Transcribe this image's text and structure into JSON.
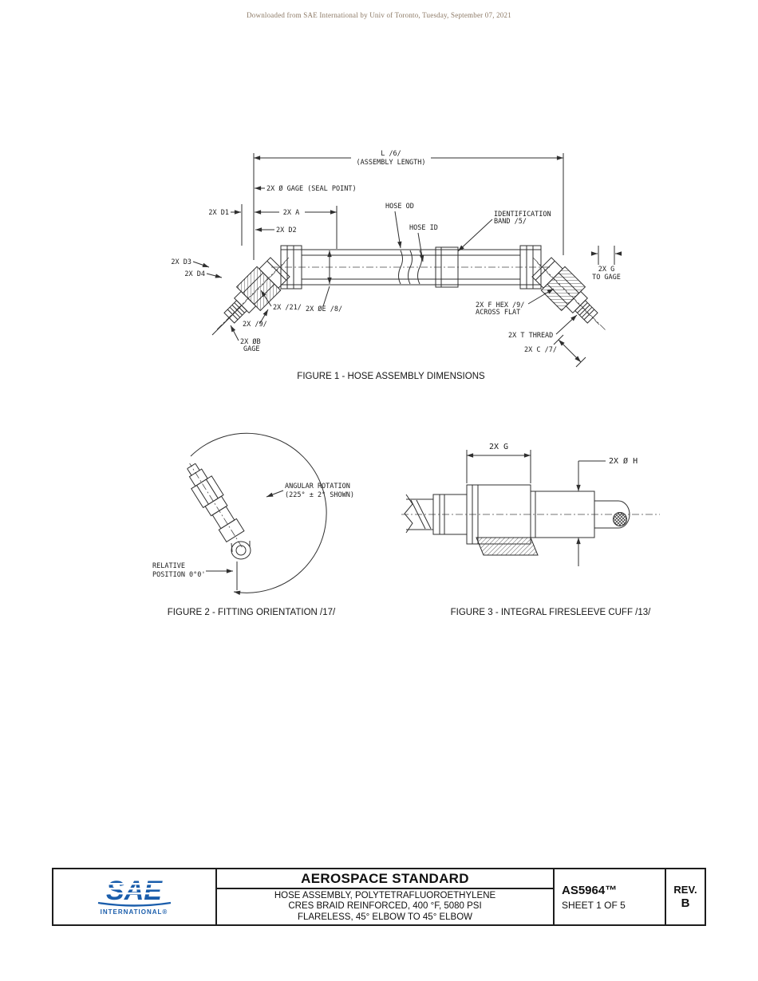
{
  "page": {
    "watermark": "Downloaded from SAE International by Univ of Toronto, Tuesday, September 07, 2021"
  },
  "figure1": {
    "caption": "FIGURE 1 - HOSE ASSEMBLY DIMENSIONS",
    "labels": {
      "assembly_length_1": "L /6/",
      "assembly_length_2": "(ASSEMBLY LENGTH)",
      "gage_seal_point": "2X Ø GAGE (SEAL POINT)",
      "d1": "2X D1",
      "a": "2X A",
      "d2": "2X D2",
      "d3": "2X D3",
      "d4": "2X D4",
      "hose_od": "HOSE OD",
      "hose_id": "HOSE ID",
      "id_band_1": "IDENTIFICATION",
      "id_band_2": "BAND /5/",
      "ref21": "2X /21/",
      "oe": "2X ØE /8/",
      "ref9": "2X /9/",
      "ob_1": "2X ØB",
      "ob_2": "GAGE",
      "f_hex_1": "2X F HEX /9/",
      "f_hex_2": "ACROSS FLAT",
      "t_thread": "2X T THREAD",
      "c": "2X C /7/",
      "g_1": "2X G",
      "g_2": "TO GAGE"
    }
  },
  "figure2": {
    "caption": "FIGURE 2 - FITTING ORIENTATION /17/",
    "labels": {
      "angular_1": "ANGULAR ROTATION",
      "angular_2": "(225° ± 2° SHOWN)",
      "relative_1": "RELATIVE",
      "relative_2": "POSITION 0°0'"
    }
  },
  "figure3": {
    "caption": "FIGURE 3 - INTEGRAL FIRESLEEVE CUFF /13/",
    "labels": {
      "g": "2X G",
      "h": "2X Ø H"
    }
  },
  "title_block": {
    "logo": {
      "name": "SAE",
      "subtitle": "INTERNATIONAL®"
    },
    "heading": "AEROSPACE STANDARD",
    "title_line1": "HOSE ASSEMBLY, POLYTETRAFLUOROETHYLENE",
    "title_line2": "CRES BRAID REINFORCED, 400 °F, 5080 PSI",
    "title_line3": "FLARELESS, 45° ELBOW TO 45° ELBOW",
    "doc_number": "AS5964™",
    "sheet": "SHEET 1 OF 5",
    "rev_label": "REV.",
    "rev_value": "B"
  },
  "colors": {
    "sae_blue": "#1a5dab",
    "line": "#2f2f2f",
    "watermark": "#8d7a66"
  }
}
